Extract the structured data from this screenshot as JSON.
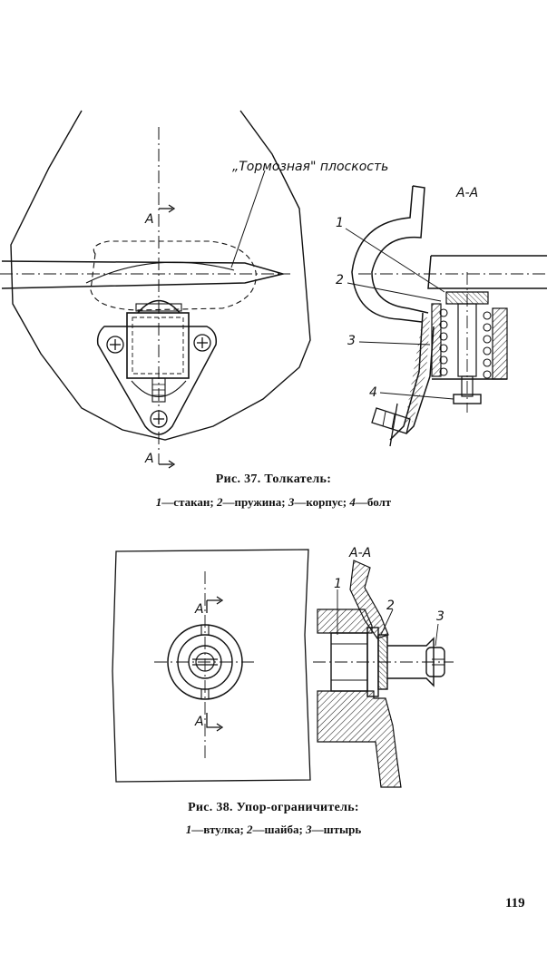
{
  "fig37": {
    "annotation": "„Тормозная\" плоскость",
    "section_label": "А-А",
    "cut_label_top": "А",
    "cut_label_bottom": "А",
    "callouts": [
      "1",
      "2",
      "3",
      "4"
    ],
    "caption_title": "Рис. 37. Толкатель:",
    "legend": [
      {
        "num": "1",
        "text": "—стакан;"
      },
      {
        "num": "2",
        "text": "—пружина;"
      },
      {
        "num": "3",
        "text": "—корпус;"
      },
      {
        "num": "4",
        "text": "—болт"
      }
    ]
  },
  "fig38": {
    "section_label": "А-А",
    "cut_label_top": "А",
    "cut_label_bottom": "А",
    "callouts": [
      "1",
      "2",
      "3"
    ],
    "caption_title": "Рис. 38. Упор-ограничитель:",
    "legend": [
      {
        "num": "1",
        "text": "—втулка;"
      },
      {
        "num": "2",
        "text": "—шайба;"
      },
      {
        "num": "3",
        "text": "—штырь"
      }
    ]
  },
  "page_number": "119"
}
